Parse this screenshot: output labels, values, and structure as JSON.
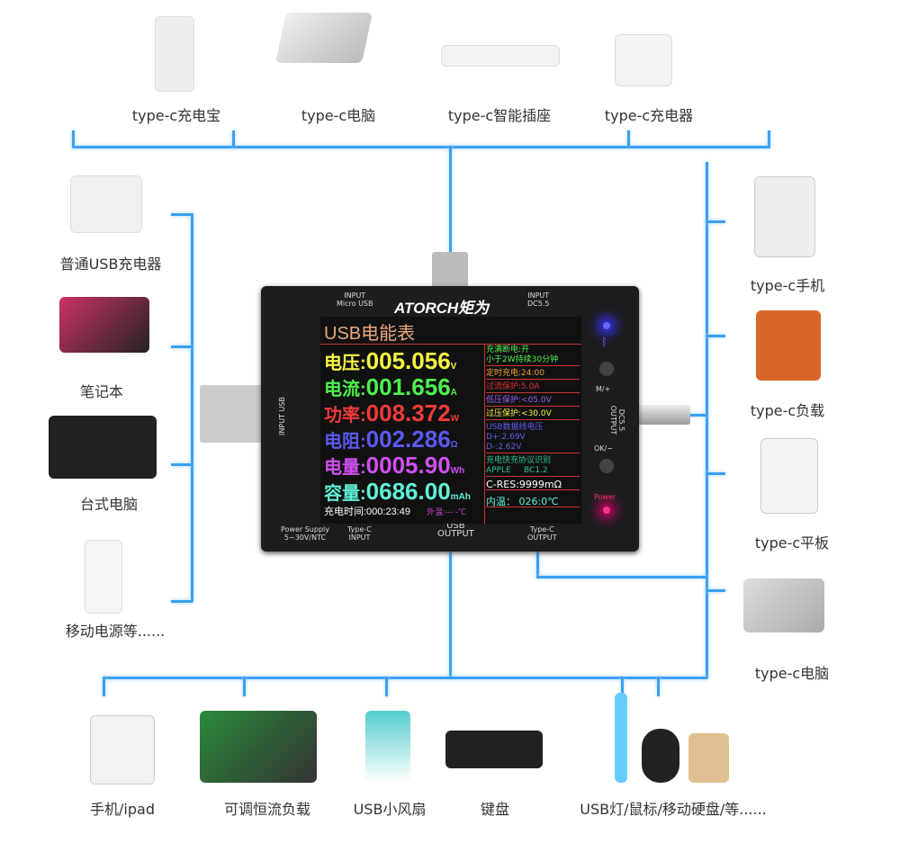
{
  "top_devices": [
    "type-c充电宝",
    "type-c电脑",
    "type-c智能插座",
    "type-c充电器"
  ],
  "left_devices": [
    "普通USB充电器",
    "笔记本",
    "台式电脑",
    "移动电源等......"
  ],
  "right_devices": [
    "type-c手机",
    "type-c负载",
    "type-c平板",
    "type-c电脑"
  ],
  "bottom_devices": [
    "手机/ipad",
    "可调恒流负载",
    "USB小风扇",
    "键盘",
    "USB灯/鼠标/移动硬盘/等......"
  ],
  "device": {
    "brand": "ATORCH矩为",
    "ports": {
      "micro_usb": "INPUT\nMicro USB",
      "dc_in": "INPUT\nDC5.5",
      "usb_in": "INPUT USB",
      "dc_out": "DC5.5 OUTPUT",
      "power_supply": "Power Supply\n5~30V/NTC",
      "typec_in": "Type-C\nINPUT",
      "usb_out": "USB\nOUTPUT",
      "typec_out": "Type-C\nOUTPUT"
    },
    "buttons": {
      "m": "M/+",
      "ok": "OK/−",
      "power": "Power"
    },
    "screen": {
      "title": "USB电能表",
      "readings": [
        {
          "label": "电压:",
          "value": "005.056",
          "unit": "V",
          "color": "#f5f542"
        },
        {
          "label": "电流:",
          "value": "001.656",
          "unit": "A",
          "color": "#4df04d"
        },
        {
          "label": "功率:",
          "value": "008.372",
          "unit": "W",
          "color": "#f03a3a"
        },
        {
          "label": "电阻:",
          "value": "002.286",
          "unit": "Ω",
          "color": "#5a5af0"
        },
        {
          "label": "电量:",
          "value": "0005.90",
          "unit": "Wh",
          "color": "#d050f0"
        },
        {
          "label": "容量:",
          "value": "0686.00",
          "unit": "mAh",
          "color": "#60f0d8"
        }
      ],
      "charge_time": "充电时间:000:23:49",
      "ext_temp": "外温:--- -℃",
      "side": [
        {
          "text": "充满断电:开\n小于2W持续30分钟",
          "color": "#4df04d"
        },
        {
          "text": "定时充电:24:00",
          "color": "#f0a030"
        },
        {
          "text": "过流保护:5.0A",
          "color": "#e03030"
        },
        {
          "text": "低压保护:<05.0V",
          "color": "#9060f0"
        },
        {
          "text": "过压保护:<30.0V",
          "color": "#f5f542"
        },
        {
          "text": "USB数据线电压\nD+:2.69V\nD-:2.62V",
          "color": "#6060f0"
        },
        {
          "text": "充电快充协议识别\nAPPLE     BC1.2",
          "color": "#30c090"
        },
        {
          "text": "C-RES:9999mΩ",
          "color": "#ffffff"
        },
        {
          "text": "内温： 026:0℃",
          "color": "#60f0d8"
        }
      ]
    }
  }
}
